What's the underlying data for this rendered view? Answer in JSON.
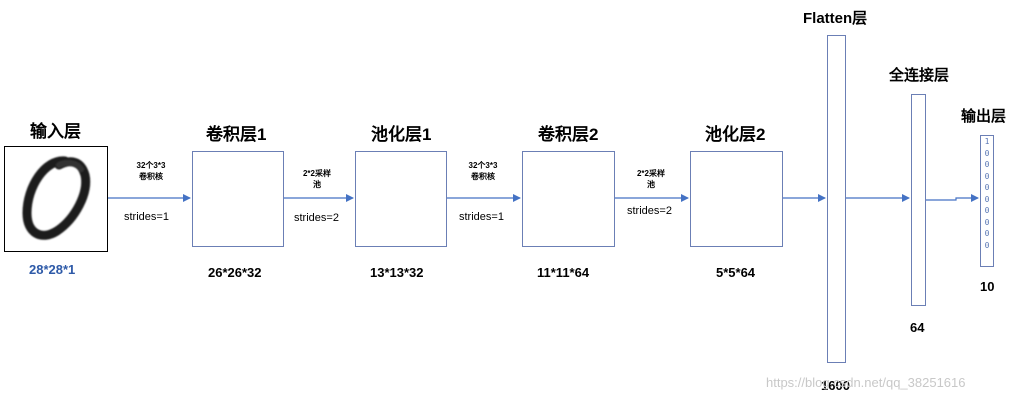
{
  "layers": {
    "input": {
      "title": "输入层",
      "dim": "28*28*1"
    },
    "conv1": {
      "title": "卷积层1",
      "dim": "26*26*32"
    },
    "pool1": {
      "title": "池化层1",
      "dim": "13*13*32"
    },
    "conv2": {
      "title": "卷积层2",
      "dim": "11*11*64"
    },
    "pool2": {
      "title": "池化层2",
      "dim": "5*5*64"
    },
    "flatten": {
      "title": "Flatten层",
      "dim": "1600"
    },
    "dense": {
      "title": "全连接层",
      "dim": "64"
    },
    "output": {
      "title": "输出层",
      "dim": "10",
      "values": "1\n0\n0\n0\n0\n0\n0\n0\n0\n0"
    }
  },
  "ops": {
    "op1": {
      "line1": "32个3*3",
      "line2": "卷积核",
      "strides": "strides=1"
    },
    "op2": {
      "line1": "2*2采样",
      "line2": "池",
      "strides": "strides=2"
    },
    "op3": {
      "line1": "32个3*3",
      "line2": "卷积核",
      "strides": "strides=1"
    },
    "op4": {
      "line1": "2*2采样",
      "line2": "池",
      "strides": "strides=2"
    }
  },
  "watermark": "https://blog.csdn.net/qq_38251616",
  "colors": {
    "arrow": "#4472c4",
    "box_border": "#6b7fb5",
    "input_dim": "#2e5aa8"
  }
}
